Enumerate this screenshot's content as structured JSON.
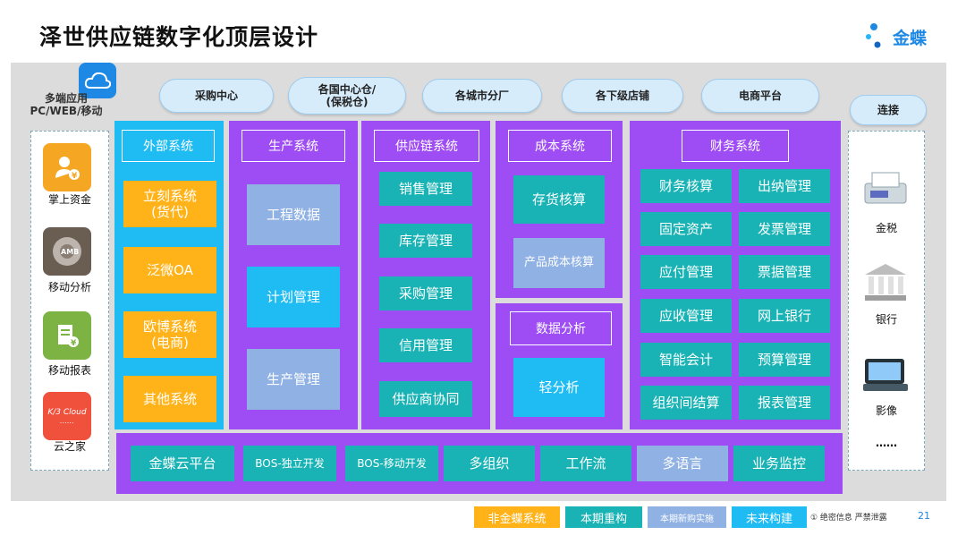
{
  "title": "泽世供应链数字化顶层设计",
  "logo": {
    "name": "金蝶"
  },
  "left_header": {
    "line1": "多端应用",
    "line2": "PC/WEB/移动"
  },
  "clouds": [
    "采购中心",
    "各国中心仓/\n(保税仓)",
    "各城市分厂",
    "各下级店铺",
    "电商平台"
  ],
  "right_header": "连接",
  "left_apps": [
    {
      "label": "掌上资金",
      "icon": "wallet-icon",
      "color": "#f5a623"
    },
    {
      "label": "移动分析",
      "icon": "dial-icon",
      "color": "#6a5d52"
    },
    {
      "label": "移动报表",
      "icon": "report-icon",
      "color": "#7cb342"
    },
    {
      "label": "云之家",
      "icon": "cloud-home-icon",
      "color": "#f0513d",
      "icon_text": "K/3 Cloud"
    }
  ],
  "right_items": [
    {
      "label": "金税",
      "icon": "tax-machine-icon"
    },
    {
      "label": "银行",
      "icon": "bank-icon"
    },
    {
      "label": "影像",
      "icon": "scanner-icon"
    },
    {
      "label": "……",
      "icon": "none"
    }
  ],
  "external": {
    "header": "外部系统",
    "items": [
      "立刻系统\n(货代)",
      "泛微OA",
      "欧博系统\n(电商)",
      "其他系统"
    ]
  },
  "production": {
    "header": "生产系统",
    "items": [
      "工程数据",
      "计划管理",
      "生产管理"
    ]
  },
  "supply": {
    "header": "供应链系统",
    "items": [
      "销售管理",
      "库存管理",
      "采购管理",
      "信用管理",
      "供应商协同"
    ]
  },
  "cost": {
    "header": "成本系统",
    "items": [
      "存货核算",
      "产品成本核算"
    ]
  },
  "analysis": {
    "header": "数据分析",
    "items": [
      "轻分析"
    ]
  },
  "finance": {
    "header": "财务系统",
    "items": [
      "财务核算",
      "出纳管理",
      "固定资产",
      "发票管理",
      "应付管理",
      "票据管理",
      "应收管理",
      "网上银行",
      "智能会计",
      "预算管理",
      "组织间结算",
      "报表管理"
    ]
  },
  "platform": [
    "金蝶云平台",
    "BOS-独立开发",
    "BOS-移动开发",
    "多组织",
    "工作流",
    "多语言",
    "业务监控"
  ],
  "legend": [
    "非金蝶系统",
    "本期重构",
    "本期新购实施",
    "未来构建"
  ],
  "footer": {
    "confidential": "① 绝密信息 严禁泄露",
    "page": "21"
  },
  "colors": {
    "purple": "#9e4cf3",
    "teal": "#19b3b5",
    "orange": "#ffb319",
    "lavender": "#8fb1e4",
    "sky": "#1ebcf3"
  }
}
